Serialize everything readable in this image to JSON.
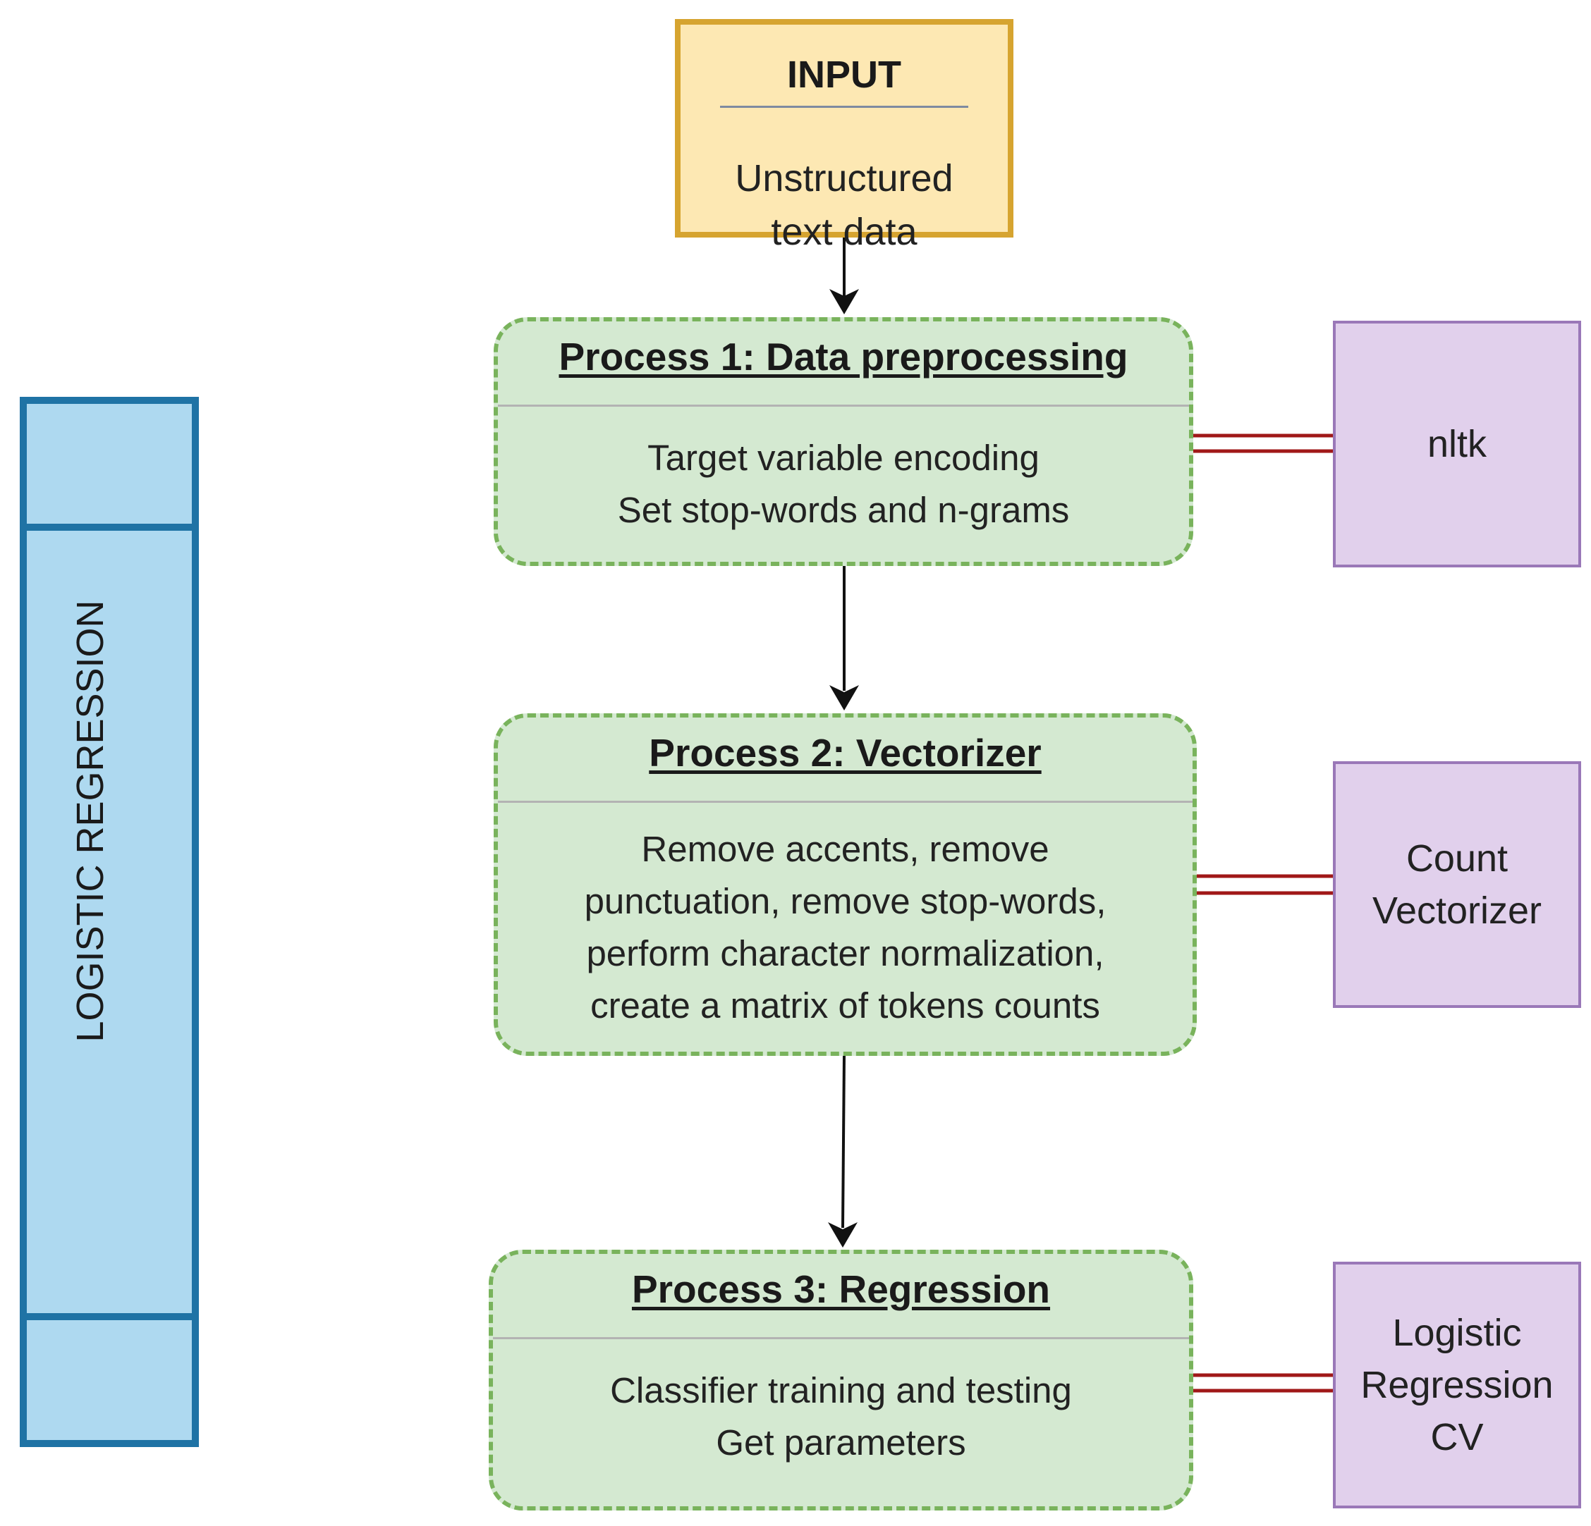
{
  "sidebar": {
    "label": "LOGISTIC REGRESSION"
  },
  "input": {
    "title": "INPUT",
    "body_lines": [
      "Unstructured",
      "text data"
    ]
  },
  "processes": [
    {
      "title": "Process 1: Data preprocessing",
      "body_lines": [
        "Target variable encoding",
        "Set stop-words and n-grams"
      ]
    },
    {
      "title": "Process 2: Vectorizer",
      "body_lines": [
        "Remove accents, remove",
        "punctuation, remove stop-words,",
        "perform character normalization,",
        "create a matrix of tokens counts"
      ]
    },
    {
      "title": "Process 3: Regression",
      "body_lines": [
        "Classifier training and testing",
        "Get parameters"
      ]
    }
  ],
  "libraries": [
    {
      "label": "nltk"
    },
    {
      "label": "Count\nVectorizer"
    },
    {
      "label": "Logistic\nRegression\nCV"
    }
  ],
  "colors": {
    "input_fill": "#fde8b3",
    "input_border": "#d6a430",
    "process_fill": "#d4e9d1",
    "process_border": "#79b35c",
    "library_fill": "#e1d0ec",
    "library_border": "#9a78b8",
    "sidebar_fill": "#aed9f0",
    "sidebar_border": "#1f73a5",
    "link_color": "#a01818"
  }
}
